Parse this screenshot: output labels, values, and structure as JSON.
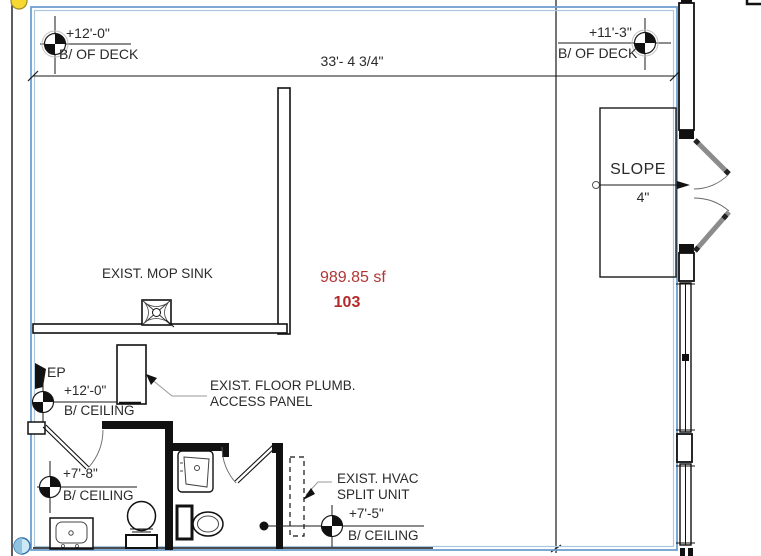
{
  "drawing": {
    "type": "floor-plan",
    "room": {
      "area": "989.85 sf",
      "number": "103"
    },
    "dimensions": {
      "top_width": "33'- 4 3/4\""
    },
    "slope": {
      "label": "SLOPE",
      "value": "4\""
    },
    "markers": {
      "deck_left": {
        "elevation": "+12'-0\"",
        "ref": "B/ OF DECK"
      },
      "deck_right": {
        "elevation": "+11'-3\"",
        "ref": "B/ OF DECK"
      },
      "ceiling_left": {
        "elevation": "+12'-0\"",
        "ref": "B/ CEILING"
      },
      "ceiling_lower": {
        "elevation": "+7'-8\"",
        "ref": "B/ CEILING"
      },
      "ceiling_bottom": {
        "elevation": "+7'-5\"",
        "ref": "B/ CEILING"
      }
    },
    "notes": {
      "mop_sink": "EXIST. MOP SINK",
      "access_panel_line1": "EXIST. FLOOR PLUMB.",
      "access_panel_line2": "ACCESS PANEL",
      "hvac_line1": "EXIST. HVAC",
      "hvac_line2": "SPLIT UNIT",
      "electrical_panel": "EP"
    },
    "colors": {
      "viewport_border": "#6f9fd0",
      "viewport_border_inner": "#abc8e3",
      "room_label_red": "#b03636",
      "door_leaf_gray": "#8c8c8c",
      "grip_yellow": "#f7d832",
      "grip_cyan": "#cde9f6"
    }
  }
}
